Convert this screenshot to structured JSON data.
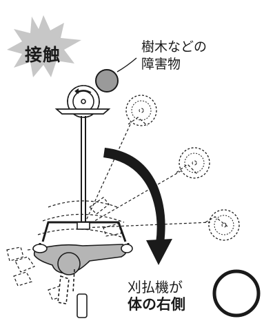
{
  "labels": {
    "contact": "接触",
    "obstacle_line1": "樹木などの",
    "obstacle_line2": "障害物",
    "side_line1": "刈払機が",
    "side_line2": "体の右側"
  },
  "colors": {
    "ink": "#1a1a1a",
    "obstacle_fill": "#9a9a9a",
    "burst_fill": "#c7c7c7",
    "operator_fill": "#b5b5b5",
    "paper": "#ffffff"
  },
  "icons": {
    "burst": "impact-burst-icon",
    "obstacle": "obstacle-circle-icon",
    "rotation": "rotation-arrow-icon",
    "ok_mark": "circle-mark-icon"
  }
}
